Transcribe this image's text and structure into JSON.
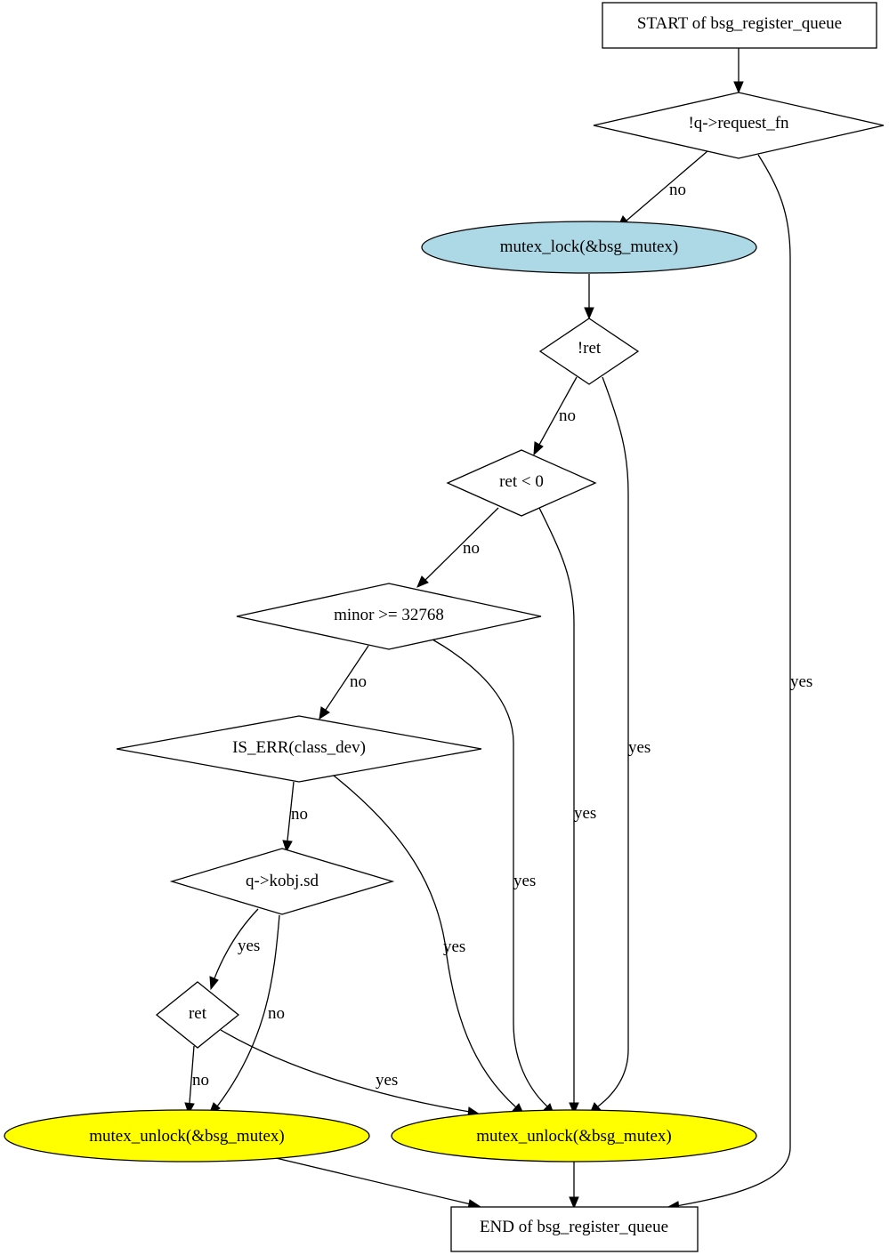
{
  "nodes": {
    "start": "START of bsg_register_queue",
    "request_fn": "!q->request_fn",
    "mutex_lock": "mutex_lock(&bsg_mutex)",
    "not_ret": "!ret",
    "ret_lt_0": "ret < 0",
    "minor": "minor >= 32768",
    "is_err": "IS_ERR(class_dev)",
    "kobj": "q->kobj.sd",
    "ret": "ret",
    "unlock_left": "mutex_unlock(&bsg_mutex)",
    "unlock_right": "mutex_unlock(&bsg_mutex)",
    "end": "END of bsg_register_queue"
  },
  "edges": {
    "request_fn_no": "no",
    "request_fn_yes": "yes",
    "not_ret_no": "no",
    "not_ret_yes": "yes",
    "ret_lt_0_no": "no",
    "ret_lt_0_yes": "yes",
    "minor_no": "no",
    "minor_yes": "yes",
    "is_err_no": "no",
    "is_err_yes": "yes",
    "kobj_yes": "yes",
    "kobj_no": "no",
    "ret_no": "no",
    "ret_yes": "yes"
  },
  "colors": {
    "lock_fill": "#add8e6",
    "unlock_fill": "#ffff00",
    "stroke": "#000000"
  }
}
